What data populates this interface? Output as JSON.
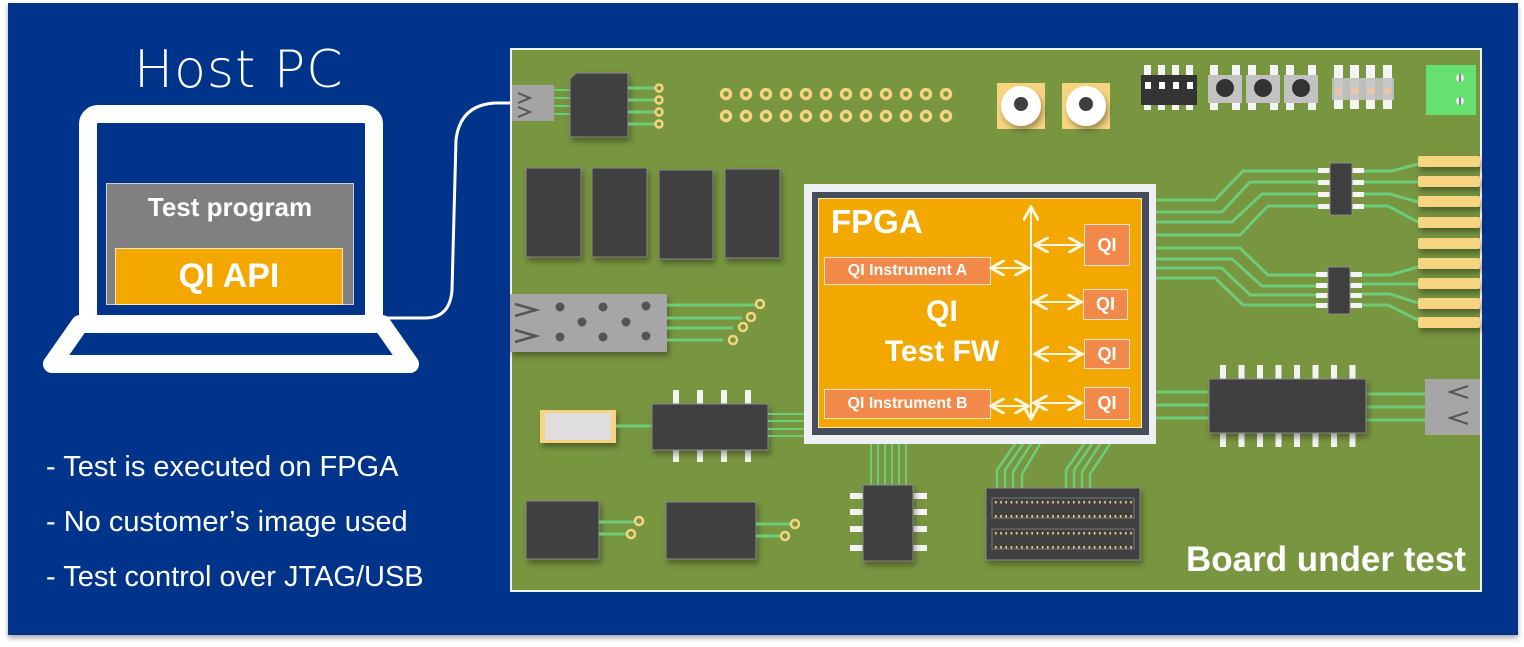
{
  "host": {
    "title": "Host PC",
    "test_program_label": "Test program",
    "api_label": "QI API"
  },
  "bullets": [
    "- Test is executed on FPGA",
    "- No customer’s image used",
    "- Test control over JTAG/USB"
  ],
  "board": {
    "label": "Board under test",
    "fpga": {
      "title": "FPGA",
      "firmware_line1": "QI",
      "firmware_line2": "Test FW",
      "instruments": [
        "QI Instrument A",
        "QI Instrument B"
      ],
      "qi_blocks": [
        "QI",
        "QI",
        "QI",
        "QI"
      ]
    }
  },
  "colors": {
    "background": "#00338a",
    "pcb": "#789540",
    "fpga_orange": "#f3a800",
    "instrument_orange": "#f0894a",
    "chip": "#3f3f40",
    "trace": "#6dcc7a",
    "pad_gold": "#f7d580"
  }
}
